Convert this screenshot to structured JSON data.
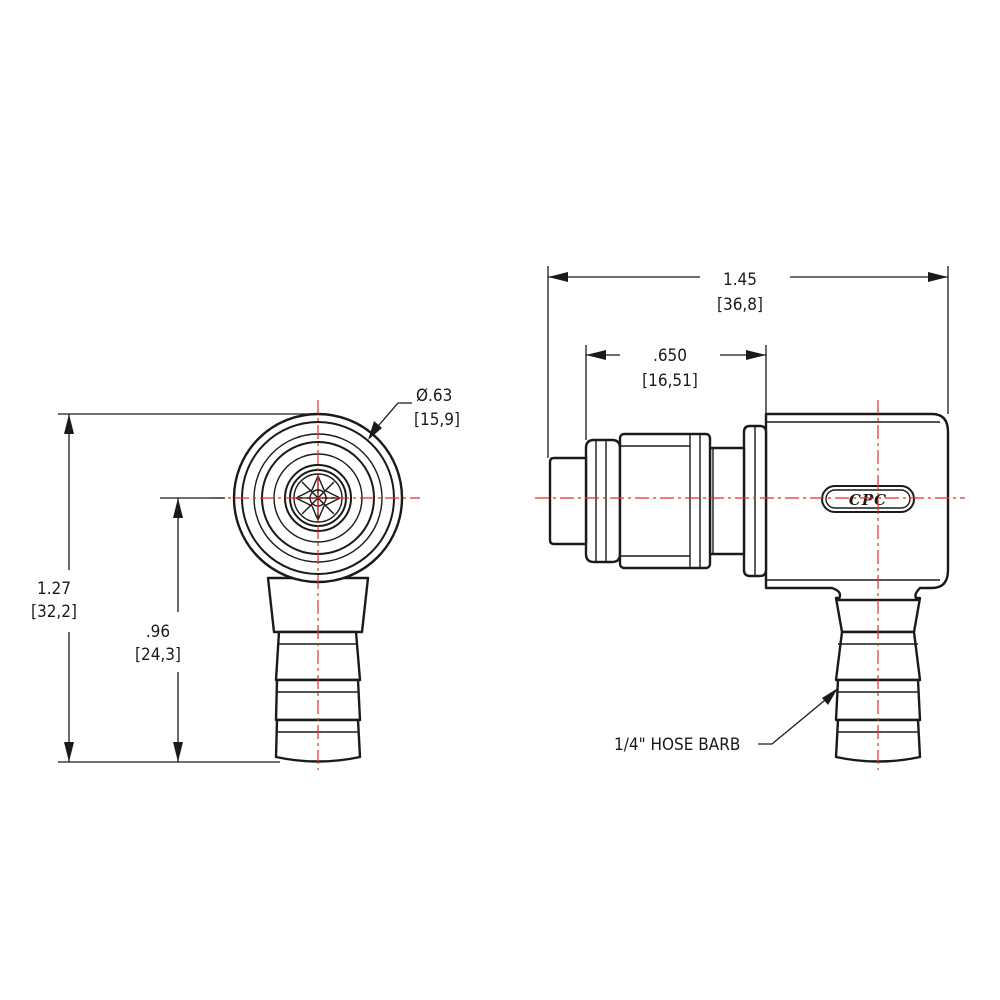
{
  "dimensions": {
    "diameter": {
      "imperial": "Ø.63",
      "metric": "[15,9]"
    },
    "overall_height": {
      "imperial": "1.27",
      "metric": "[32,2]"
    },
    "center_height": {
      "imperial": ".96",
      "metric": "[24,3]"
    },
    "overall_length": {
      "imperial": "1.45",
      "metric": "[36,8]"
    },
    "body_length": {
      "imperial": ".650",
      "metric": "[16,51]"
    }
  },
  "callouts": {
    "hose_barb": "1/4\" HOSE BARB"
  },
  "logo_text": "CPC",
  "colors": {
    "line": "#1a1a1a",
    "centerline": "#e0312b",
    "background": "#ffffff"
  }
}
